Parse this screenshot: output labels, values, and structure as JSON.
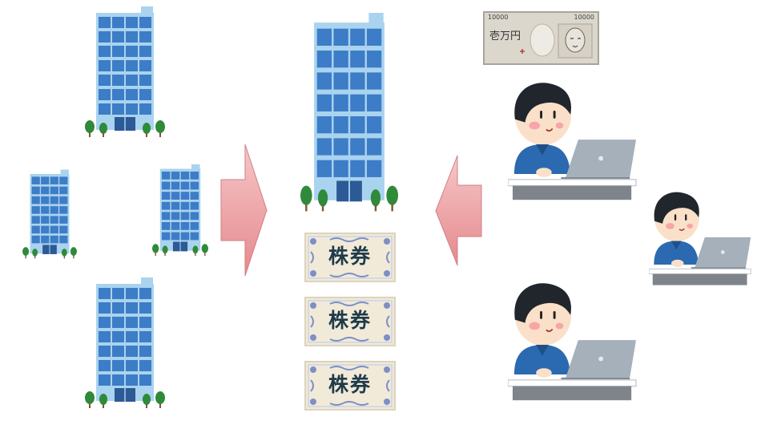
{
  "stock_certificate": {
    "label": "株券",
    "count": 3
  },
  "banknote": {
    "denomination_top_left": "10000",
    "denomination_top_right": "10000",
    "face_text": "壱万円"
  },
  "colors": {
    "building_glass": "#3f7fc8",
    "building_frame": "#a9d3ef",
    "tree_green": "#2f8a3a",
    "arrow_fill": "#e89a9d",
    "shirt_blue": "#2b69b0",
    "laptop_gray": "#a6b0bb"
  }
}
